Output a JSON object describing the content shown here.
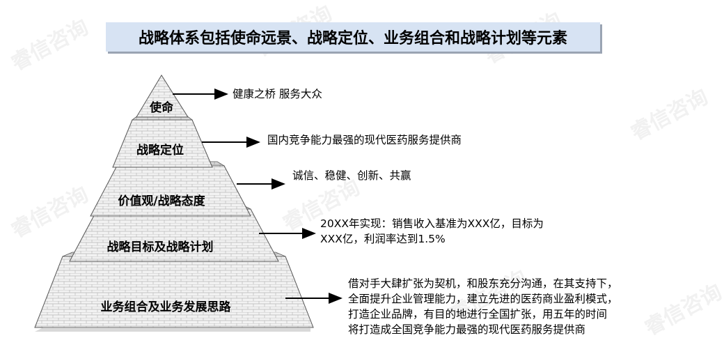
{
  "title": "战略体系包括使命远景、战略定位、业务组合和战略计划等元素",
  "watermark": "睿信咨询",
  "layers": [
    {
      "label": "使命",
      "text_lines": [
        "健康之桥 服务大众"
      ]
    },
    {
      "label": "战略定位",
      "text_lines": [
        "国内竞争能力最强的现代医药服务提供商"
      ]
    },
    {
      "label": "价值观/战略态度",
      "text_lines": [
        "诚信、稳健、创新、共赢"
      ]
    },
    {
      "label": "战略目标及战略计划",
      "text_lines": [
        "20XX年实现：销售收入基准为XXX亿，目标为",
        "XXX亿，利润率达到1.5%"
      ]
    },
    {
      "label": "业务组合及业务发展思路",
      "text_lines": [
        "借对手大肆扩张为契机，和股东充分沟通，在其支持下，",
        "全面提升企业管理能力，建立先进的医药商业盈利模式，",
        "打造企业品牌，有目的地进行全国扩张，用五年的时间",
        "将打造成全国竞争能力最强的现代医药服务提供商"
      ]
    }
  ]
}
